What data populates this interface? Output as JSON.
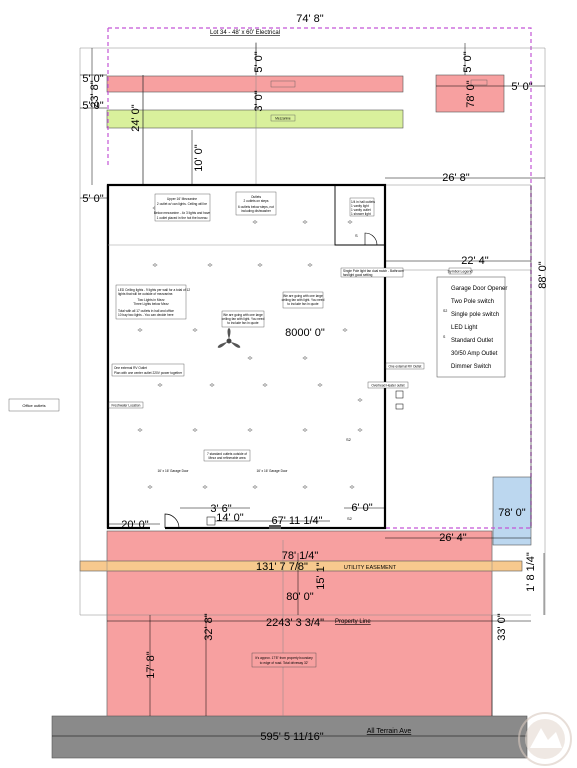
{
  "title": "Lot 34 - 48' x 60' Electrical",
  "dimensions": {
    "lot_width": "74' 8\"",
    "top_left_5a": "5' 0\"",
    "top_left_23": "23' 8\"",
    "top_left_5b": "5' 0\"",
    "top_left_5c": "5' 0\"",
    "top_mid_5": "5' 0\"",
    "mid_3": "3' 0\"",
    "left_24": "24' 0\"",
    "mid_10": "10' 0\"",
    "right_5a": "5' 0\"",
    "right_78a": "78' 0\"",
    "right_5b": "5' 0\"",
    "right_26a": "26' 8\"",
    "right_22": "22' 4\"",
    "right_88": "88' 0\"",
    "center_8000": "8000' 0\"",
    "left_5d": "5' 0\"",
    "bottom_3_6": "3' 6\"",
    "bottom_14": "14' 0\"",
    "bottom_6": "6' 0\"",
    "bottom_20": "20' 0\"",
    "bottom_67": "67' 11 1/4\"",
    "right_78b": "78' 0\"",
    "right_26b": "26' 4\"",
    "front_78": "78' 1/4\"",
    "front_131": "131' 7 7/8\"",
    "front_15": "15' 1\"",
    "front_1_8": "1' 8 1/4\"",
    "front_80": "80' 0\"",
    "front_2243": "2243' 3 3/4\"",
    "front_32": "32' 8\"",
    "front_33": "33' 0\"",
    "front_17": "17' 8\"",
    "road_595": "595' 5 11/16\""
  },
  "labels": {
    "utility_easement": "UTILITY EASEMENT",
    "property_line": "Property Line",
    "road": "All Terrain Ave",
    "office_outlets": "Office outlets",
    "mezzanine": "Mezzanine",
    "garage_door_left": "16' x 16' Garage Door",
    "garage_door_right": "16' x 16' Garage Door",
    "symbol_legend": "Symbol Legend"
  },
  "legend": [
    "Garage Door Opener",
    "Two Pole switch",
    "Single pole switch",
    "LED Light",
    "Standard Outlet",
    "30/50 Amp Outlet",
    "Dimmer Switch"
  ],
  "legend_symbols": [
    "",
    "",
    "S2",
    "",
    "S",
    "",
    ""
  ],
  "notes": {
    "upper_mezzanine": "Upper 16' Mezzanine",
    "upper_mezzanine_2": "2 outlet w/ can lights. Ceiling will be",
    "upper_mezzanine_3": "Below mezzanine - 4x 3 lights and have",
    "upper_mezzanine_4": "1 outlet placed in the hot the bureau",
    "outlets": "Outlets",
    "outlets_2": "2 outlets on steps",
    "outlets_3": "6 outlets below steps, not",
    "outlets_4": "including dishwasher",
    "bath": "1/4 in hall outlets",
    "bath_2": "1 vanity light",
    "bath_3": "1 vanity outlet",
    "bath_4": "1 shower light",
    "led_lights": "LED Ceiling lights - 9 lights per wall for a total of 12",
    "led_lights_2": "lights that will be outside of mezzanine.",
    "led_lights_3": "Two Lights in Mezz",
    "led_lights_4": "Three Lights below Mezz",
    "led_lights_5": "Total with all 17 outlets in hall and office",
    "led_lights_6": "10 bay two lights - You can decide here",
    "wire_a": "We are going with one large",
    "wire_a_2": "ceiling fan with light. You need",
    "wire_a_3": "to include fan in quote",
    "wire_b": "We are going with one large",
    "wire_b_2": "ceiling fan with light. You need",
    "wire_b_3": "to include fan in quote",
    "single_pole": "Single Pole light fan dual swtch - Bathroom",
    "single_pole_2": "fan/light good setting",
    "rv_left": "One external RV Outlet",
    "rv_left_2": "Plan with one center outlet 220V power together",
    "rv_right": "One external RV Outlet",
    "overhead": "Overhead Heater outlet",
    "freshwater": "Freshwater Location",
    "std_outlets": "7 standard outlets outside of",
    "std_outlets_2": "Mezz and refinerable area",
    "driveway": "It's approx. 17'8\" from property boundary",
    "driveway_2": "to edge of road. Total driveway 32'"
  },
  "colors": {
    "red": "#f7a0a0",
    "green": "#d9f09c",
    "blue": "#bcd7ef",
    "orange": "#f7c98e",
    "road": "#8a8a8a",
    "purple_dash": "#c356d6"
  }
}
